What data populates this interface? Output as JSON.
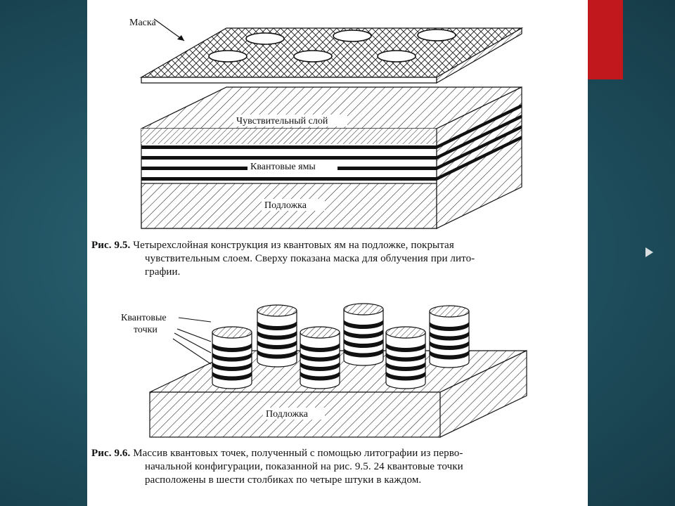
{
  "background": {
    "color": "#1f4f5e",
    "accent_color": "#c0181c"
  },
  "figure_9_5": {
    "mask_label": "Маска",
    "sensitive_layer_label": "Чувствительный слой",
    "quantum_wells_label": "Квантовые ямы",
    "substrate_label": "Подложка",
    "caption_number": "Рис. 9.5.",
    "caption_lines": [
      "Четырехслойная конструкция из квантовых ям на подложке, покрытая",
      "чувствительным слоем. Сверху показана маска для облучения при лито-",
      "графии."
    ]
  },
  "figure_9_6": {
    "dots_label_line1": "Квантовые",
    "dots_label_line2": "точки",
    "substrate_label": "Подложка",
    "caption_number": "Рис. 9.6.",
    "caption_lines": [
      "Массив квантовых точек, полученный с помощью литографии из перво-",
      "начальной конфигурации, показанной на рис. 9.5. 24 квантовые точки",
      "расположены в шести столбиках по четыре штуки в каждом."
    ]
  }
}
